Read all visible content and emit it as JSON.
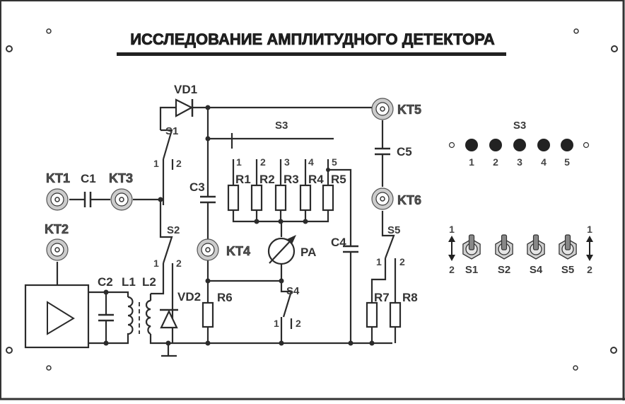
{
  "title": "ИССЛЕДОВАНИЕ  АМПЛИТУДНОГО ДЕТЕКТОРА",
  "labels": {
    "VD1": "VD1",
    "VD2": "VD2",
    "S1": "S1",
    "S2": "S2",
    "S3": "S3",
    "S4": "S4",
    "S5": "S5",
    "C1": "C1",
    "C2": "C2",
    "C3": "C3",
    "C4": "C4",
    "C5": "C5",
    "L1": "L1",
    "L2": "L2",
    "R1": "R1",
    "R2": "R2",
    "R3": "R3",
    "R4": "R4",
    "R5": "R5",
    "R6": "R6",
    "R7": "R7",
    "R8": "R8",
    "PA": "PA",
    "KT1": "KT1",
    "KT2": "KT2",
    "KT3": "KT3",
    "KT4": "KT4",
    "KT5": "KT5",
    "KT6": "KT6"
  },
  "pins": {
    "one": "1",
    "two": "2",
    "three": "3",
    "four": "4",
    "five": "5"
  },
  "controls": {
    "s3_label": "S3",
    "s3_positions": [
      "1",
      "2",
      "3",
      "4",
      "5"
    ],
    "toggles": [
      "S1",
      "S2",
      "S4",
      "S5"
    ],
    "toggle_pos_up": "1",
    "toggle_pos_down": "2"
  }
}
